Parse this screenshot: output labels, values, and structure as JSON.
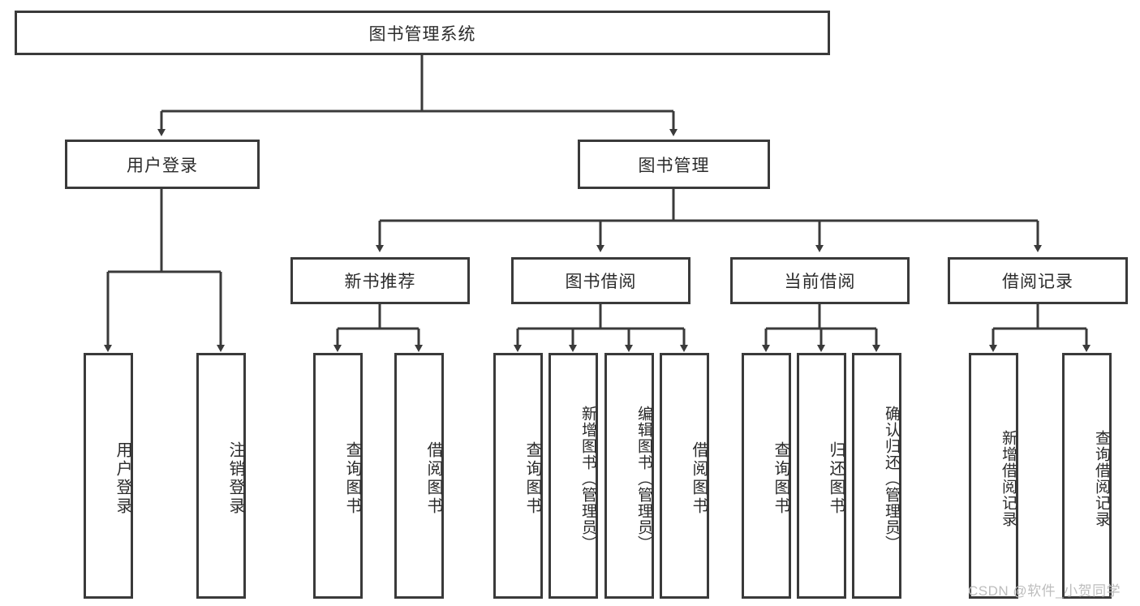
{
  "diagram": {
    "title": "图书管理系统",
    "type": "tree-hierarchy-chart",
    "root": {
      "label": "图书管理系统"
    },
    "level2": [
      {
        "label": "用户登录"
      },
      {
        "label": "图书管理"
      }
    ],
    "level3": [
      {
        "label": "新书推荐"
      },
      {
        "label": "图书借阅"
      },
      {
        "label": "当前借阅"
      },
      {
        "label": "借阅记录"
      }
    ],
    "leaves": {
      "user_login": [
        {
          "label": "用户登录"
        },
        {
          "label": "注销登录"
        }
      ],
      "new_book_recommend": [
        {
          "label": "查询图书"
        },
        {
          "label": "借阅图书"
        }
      ],
      "book_borrow": [
        {
          "label": "查询图书"
        },
        {
          "label": "新增图书（管理员）"
        },
        {
          "label": "编辑图书（管理员）"
        },
        {
          "label": "借阅图书"
        }
      ],
      "current_borrow": [
        {
          "label": "查询图书"
        },
        {
          "label": "归还图书"
        },
        {
          "label": "确认归还（管理员）"
        }
      ],
      "borrow_records": [
        {
          "label": "新增借阅记录"
        },
        {
          "label": "查询借阅记录"
        }
      ]
    }
  },
  "watermark": {
    "text": "CSDN @软件_小贺同学"
  },
  "colors": {
    "stroke": "#3a3a3a",
    "text": "#2b2b2b",
    "background": "#ffffff",
    "watermark": "#bdbdbd"
  }
}
